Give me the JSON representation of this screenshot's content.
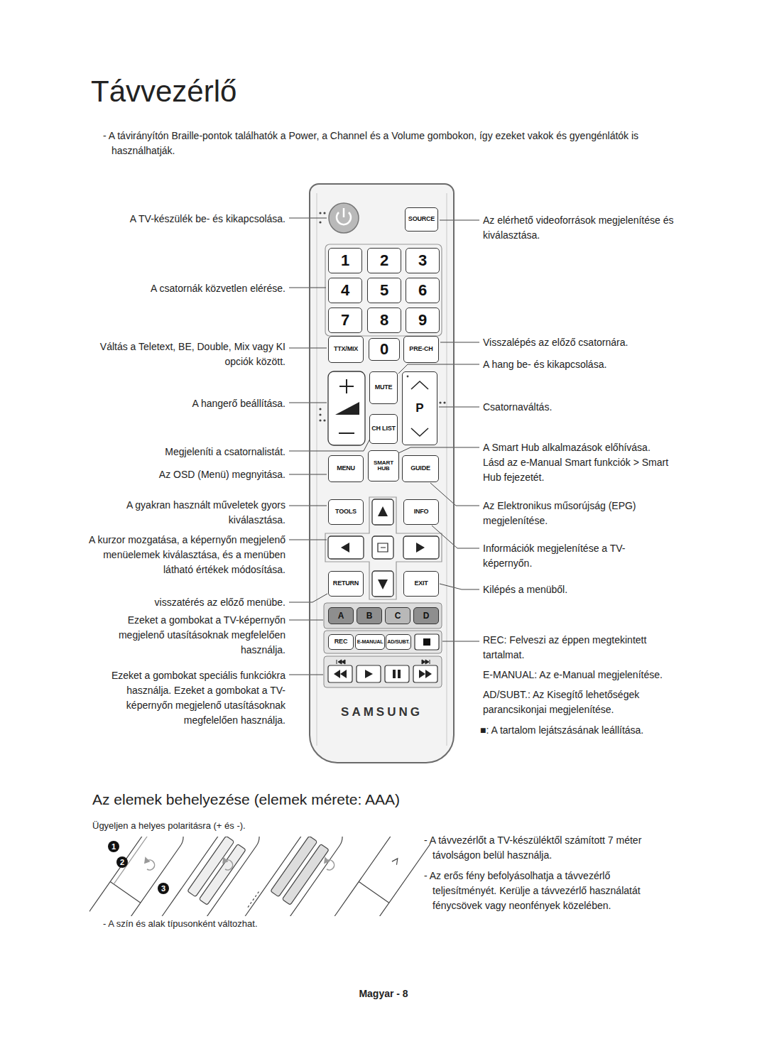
{
  "diagram": {
    "title": "Távvezérlő",
    "nodes": [
      {
        "text": [
          "SAMSUNG"
        ]
      },
      {
        "text": [
          "SOURCE"
        ],
        "in": 0
      },
      {
        "text": [
          "1"
        ],
        "in": 0
      },
      {
        "text": [
          "2"
        ],
        "in": 0
      },
      {
        "text": [
          "3"
        ],
        "in": 0
      },
      {
        "text": [
          "4"
        ],
        "in": 0
      },
      {
        "text": [
          "5"
        ],
        "in": 0
      },
      {
        "text": [
          "6"
        ],
        "in": 0
      },
      {
        "text": [
          "7"
        ],
        "in": 0
      },
      {
        "text": [
          "8"
        ],
        "in": 0
      },
      {
        "text": [
          "9"
        ],
        "in": 0
      },
      {
        "text": [
          "TTX/MIX"
        ],
        "in": 0
      },
      {
        "text": [
          "0"
        ],
        "in": 0
      },
      {
        "text": [
          "PRE-CH"
        ],
        "in": 0
      },
      {
        "text": [
          "MUTE"
        ],
        "in": 0
      },
      {
        "text": [
          "P"
        ],
        "in": 0
      },
      {
        "text": [
          "CH LIST"
        ],
        "in": 0
      },
      {
        "text": [
          "MENU"
        ],
        "in": 0
      },
      {
        "text": [
          "SMART HUB"
        ],
        "in": 0
      },
      {
        "text": [
          "GUIDE"
        ],
        "in": 0
      },
      {
        "text": [
          "TOOLS"
        ],
        "in": 0
      },
      {
        "text": [
          "INFO"
        ],
        "in": 0
      },
      {
        "text": [
          "RETURN"
        ],
        "in": 0
      },
      {
        "text": [
          "EXIT"
        ],
        "in": 0
      },
      {
        "text": [
          "A"
        ],
        "in": 0
      },
      {
        "text": [
          "B"
        ],
        "in": 0
      },
      {
        "text": [
          "C"
        ],
        "in": 0
      },
      {
        "text": [
          "D"
        ],
        "in": 0
      },
      {
        "text": [
          "REC"
        ],
        "in": 0
      },
      {
        "text": [
          "E-MANUAL"
        ],
        "in": 0
      },
      {
        "text": [
          "AD/SUBT."
        ],
        "in": 0
      }
    ],
    "labels": [
      "- A távirányítón Braille-pontok találhatók a Power, a Channel és a Volume gombokon, így ezeket vakok és gyengénlátók is használhatják.",
      "A TV-készülék be- és kikapcsolása.",
      "A csatornák közvetlen elérése.",
      "Váltás a Teletext, BE, Double, Mix vagy KI opciók között.",
      "A hangerő beállítása.",
      "Megjeleníti a csatornalistát.",
      "Az OSD (Menü) megnyitása.",
      "A gyakran használt műveletek gyors kiválasztása.",
      "A kurzor mozgatása, a képernyőn megjelenő menüelemek kiválasztása, és a menüben látható értékek módosítása.",
      "visszatérés az előző menübe.",
      "Ezeket a gombokat a TV-képernyőn megjelenő utasításoknak megfelelően használja.",
      "Ezeket a gombokat speciális funkciókra használja. Ezeket a gombokat a TV-képernyőn megjelenő utasításoknak megfelelően használja.",
      "Az elérhető videoforrások megjelenítése és kiválasztása.",
      "Visszalépés az előző csatornára.",
      "A hang be- és kikapcsolása.",
      "Csatornaváltás.",
      "A Smart Hub alkalmazások előhívása. Lásd az e-Manual Smart funkciók > Smart Hub fejezetét.",
      "Az Elektronikus műsorújság (EPG) megjelenítése.",
      "Információk megjelenítése a TV-képernyőn.",
      "Kilépés a menüből.",
      "REC: Felveszi az éppen megtekintett tartalmat.",
      "E-MANUAL: Az e-Manual megjelenítése.",
      "AD/SUBT.: Az Kisegítő lehetőségek parancsikonjai megjelenítése.",
      "■: A tartalom lejátszásának leállítása.",
      "Az elemek behelyezése (elemek mérete: AAA)",
      "Ügyeljen a helyes polaritásra (+ és -).",
      "1",
      "2",
      "3",
      "- A távvezérlőt a TV-készüléktől számított 7 méter távolságon belül használja.",
      "- Az erős fény befolyásolhatja a távvezérlő teljesítményét. Kerülje a távvezérlő használatát fénycsövek vagy neonfények közelében.",
      "- A szín és alak típusonként változhat.",
      "Magyar - 8"
    ]
  }
}
